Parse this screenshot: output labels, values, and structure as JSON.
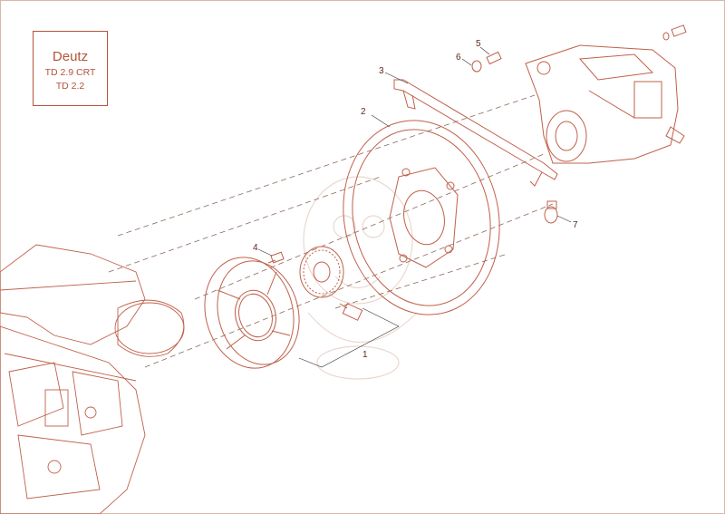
{
  "title_box": {
    "brand": "Deutz",
    "model_1": "TD 2.9 CRT",
    "model_2": "TD 2.2"
  },
  "callouts": [
    "1",
    "2",
    "3",
    "4",
    "5",
    "6",
    "7"
  ],
  "colors": {
    "line": "#c0604a",
    "text": "#b5533a",
    "callout_text": "#5a2a1a",
    "leader": "#333333"
  }
}
